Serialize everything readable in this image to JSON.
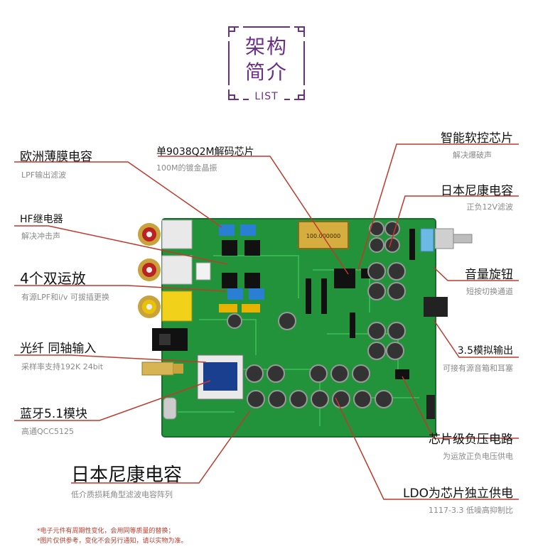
{
  "header": {
    "title_line1": "架构",
    "title_line2": "简介",
    "subtitle": "LIST"
  },
  "callouts": {
    "left": [
      {
        "title": "欧洲薄膜电容",
        "subtitle": "LPF输出滤波"
      },
      {
        "title": "HF继电器",
        "subtitle": "解决冲击声"
      },
      {
        "title": "4个双运放",
        "subtitle": "有源LPF和i/v 可拔插更换"
      },
      {
        "title": "光纤 同轴输入",
        "subtitle": "采样率支持192K 24bit"
      },
      {
        "title": "蓝牙5.1模块",
        "subtitle": "高通QCC5125"
      },
      {
        "title": "日本尼康电容",
        "subtitle": "低介质损耗角型滤波电容阵列"
      }
    ],
    "center": {
      "title": "单9038Q2M解码芯片",
      "subtitle": "100M的镀金晶振"
    },
    "right": [
      {
        "title": "智能软控芯片",
        "subtitle": "解决爆破声"
      },
      {
        "title": "日本尼康电容",
        "subtitle": "正负12V滤波"
      },
      {
        "title": "音量旋钮",
        "subtitle": "短按切换通道"
      },
      {
        "title": "3.5模拟输出",
        "subtitle": "可接有源音箱和耳塞"
      },
      {
        "title": "芯片级负压电路",
        "subtitle": "为运放正负电压供电"
      },
      {
        "title": "LDO为芯片独立供电",
        "subtitle": "1117-3.3 低噪高抑制比"
      }
    ]
  },
  "board": {
    "crystal_text": "100.000000"
  },
  "footnotes": [
    "*电子元件有周期性变化，会用同等质量的替换；",
    "*图片仅供参考，变化不会另行通知，请以实物为准。"
  ],
  "colors": {
    "accent": "#6b2f86",
    "line": "#c0392b",
    "board": "#1f8f3a"
  }
}
